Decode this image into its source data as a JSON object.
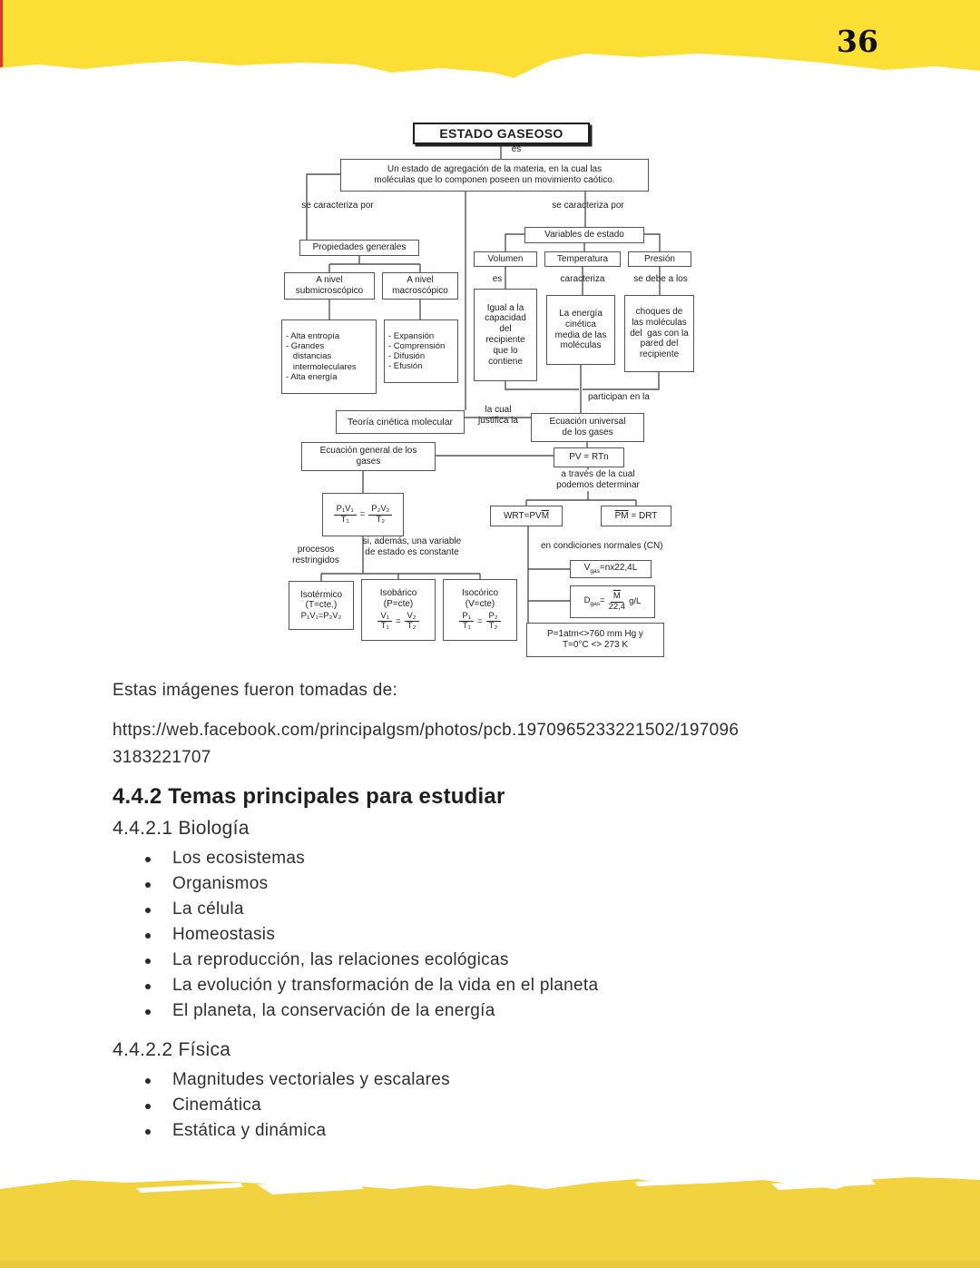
{
  "page": {
    "number": "36"
  },
  "colors": {
    "banner_yellow_top": "#FBDF35",
    "banner_yellow_bottom": "#F2D23E",
    "banner_bottom_shade": "#E9C93B",
    "edge_red": "#DD3629",
    "diagram_line": "#555555"
  },
  "diagram": {
    "title": "ESTADO GASEOSO",
    "es_label": "es",
    "definition": "Un estado de agregación de la materia, en la cual las\nmoléculas que lo componen poseen un movimiento caótico.",
    "se_caracteriza_left": "se caracteriza por",
    "se_caracteriza_right": "se caracteriza por",
    "propiedades_generales": "Propiedades generales",
    "variables_de_estado": "Variables de estado",
    "volumen": "Volumen",
    "temperatura": "Temperatura",
    "presion": "Presión",
    "es_volumen": "es",
    "caracteriza": "caracteriza",
    "se_debe_a_los": "se debe a los",
    "a_nivel_submicroscopico": "A nivel\nsubmicroscópico",
    "a_nivel_macroscopico": "A nivel\nmacroscópico",
    "submicro_items": "- Alta entropía\n- Grandes\n   distancias\n   intermoleculares\n- Alta energía",
    "macro_items": "- Expansión\n- Comprensión\n- Difusión\n- Efusión",
    "igual_capacidad": "Igual a la\ncapacidad\ndel\nrecipiente\nque lo\ncontiene",
    "energia_cinetica": "La energía\ncinética\nmedia de las\nmoléculas",
    "choques": "choques de\nlas moléculas\ndel  gas con la\npared del\nrecipiente",
    "participan": "participan en la",
    "teoria_cinetica": "Teoría cinética molecular",
    "la_cual_justifica": "la cual\njustifica la",
    "ecuacion_universal": "Ecuación universal\nde los gases",
    "ecuacion_general": "Ecuación general de los\ngases",
    "pv_rtn": "PV = RTn",
    "a_traves": "a través de la cual\npodemos determinar",
    "frac_main": {
      "num1": "P₁V₁",
      "den1": "T₁",
      "eq": "=",
      "num2": "P₂V₂",
      "den2": "T₂"
    },
    "procesos_restringidos": "procesos\nrestringidos",
    "si_ademas": "si, además, una variable\nde estado es constante",
    "wrt": {
      "pre": "WRT=PV",
      "bar": "M"
    },
    "pm": {
      "bar": "PM",
      "rest": "= DRT"
    },
    "condiciones_normales": "en condiciones normales (CN)",
    "vgas": {
      "main": "V",
      "sub": "gas",
      "rest": "=nx22,4L"
    },
    "dgas": {
      "main": "D",
      "sub": "gas",
      "eq": "=",
      "num": "M",
      "den": "22,4",
      "unit": "g/L"
    },
    "isotermico": {
      "name": "Isotérmico",
      "cond": "(T=cte.)",
      "formula": "P₁V₁=P₂V₂"
    },
    "isobarico": {
      "name": "Isobárico",
      "cond": "(P=cte)",
      "num1": "V₁",
      "den1": "T₁",
      "eq": "=",
      "num2": "V₂",
      "den2": "T₂"
    },
    "isocorico": {
      "name": "Isocórico",
      "cond": "(V=cte)",
      "num1": "P₁",
      "den1": "T₁",
      "eq": "=",
      "num2": "P₂",
      "den2": "T₂"
    },
    "condiciones_std": "P=1atm<>760 mm Hg y\nT=0°C <> 273 K"
  },
  "body": {
    "source_intro": "Estas imágenes fueron tomadas de:",
    "source_url": "https://web.facebook.com/principalgsm/photos/pcb.1970965233221502/197096\n3183221707",
    "section_442": "4.4.2 Temas principales para estudiar",
    "sub_4421": "4.4.2.1 Biología",
    "biologia_items": [
      "Los ecosistemas",
      "Organismos",
      "La célula",
      "Homeostasis",
      "La reproducción, las relaciones ecológicas",
      "La evolución y transformación de la vida en el planeta",
      "El planeta, la conservación de la energía"
    ],
    "sub_4422": "4.4.2.2 Física",
    "fisica_items": [
      "Magnitudes vectoriales y escalares",
      "Cinemática",
      "Estática y dinámica"
    ]
  }
}
